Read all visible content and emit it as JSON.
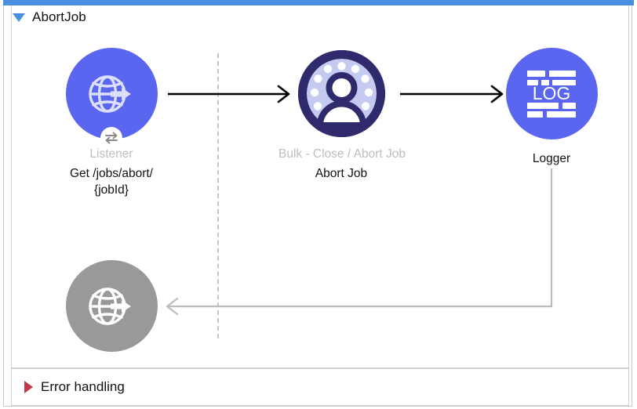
{
  "flow": {
    "name": "AbortJob",
    "expand_icon": "triangle-down-icon",
    "expanded": true
  },
  "nodes": [
    {
      "id": "listener",
      "icon": "http-listener-globe-icon",
      "badge_icon": "request-response-exchange-icon",
      "subtitle": "Listener",
      "name_line1": "Get /jobs/abort/",
      "name_line2": "{jobId}",
      "color": "#5b66f0",
      "state": "enabled"
    },
    {
      "id": "abort-job",
      "icon": "salesforce-bulk-user-icon",
      "subtitle": "Bulk - Close / Abort Job",
      "name_line1": "Abort Job",
      "name_line2": "",
      "color": "#2e2a6b",
      "state": "enabled"
    },
    {
      "id": "logger",
      "icon": "logger-log-icon",
      "icon_text": "LOG",
      "subtitle": "",
      "name_line1": "Logger",
      "name_line2": "",
      "color": "#5b66f0",
      "state": "enabled"
    },
    {
      "id": "response-listener",
      "icon": "http-listener-globe-icon",
      "subtitle": "",
      "name_line1": "",
      "name_line2": "",
      "color": "#999999",
      "state": "disabled"
    }
  ],
  "connectors": [
    {
      "id": "listener-to-abortjob",
      "from": "listener",
      "to": "abort-job",
      "style": "solid-black-arrow"
    },
    {
      "id": "abortjob-to-logger",
      "from": "abort-job",
      "to": "logger",
      "style": "solid-black-arrow"
    },
    {
      "id": "logger-to-response",
      "from": "logger",
      "to": "response-listener",
      "style": "gray-return-arrow"
    }
  ],
  "error_handling": {
    "label": "Error handling",
    "expand_icon": "triangle-right-icon",
    "expanded": false
  },
  "colors": {
    "accent_blue": "#4a90e2",
    "node_blue": "#5b66f0",
    "salesforce_navy": "#2e2a6b",
    "salesforce_lavender": "#c5caf0",
    "disabled_gray": "#999999",
    "subtitle_gray": "#bdbdbd",
    "connector_gray": "#bdbdbd",
    "error_red": "#c0394b",
    "frame_border": "#d2d2d2"
  }
}
